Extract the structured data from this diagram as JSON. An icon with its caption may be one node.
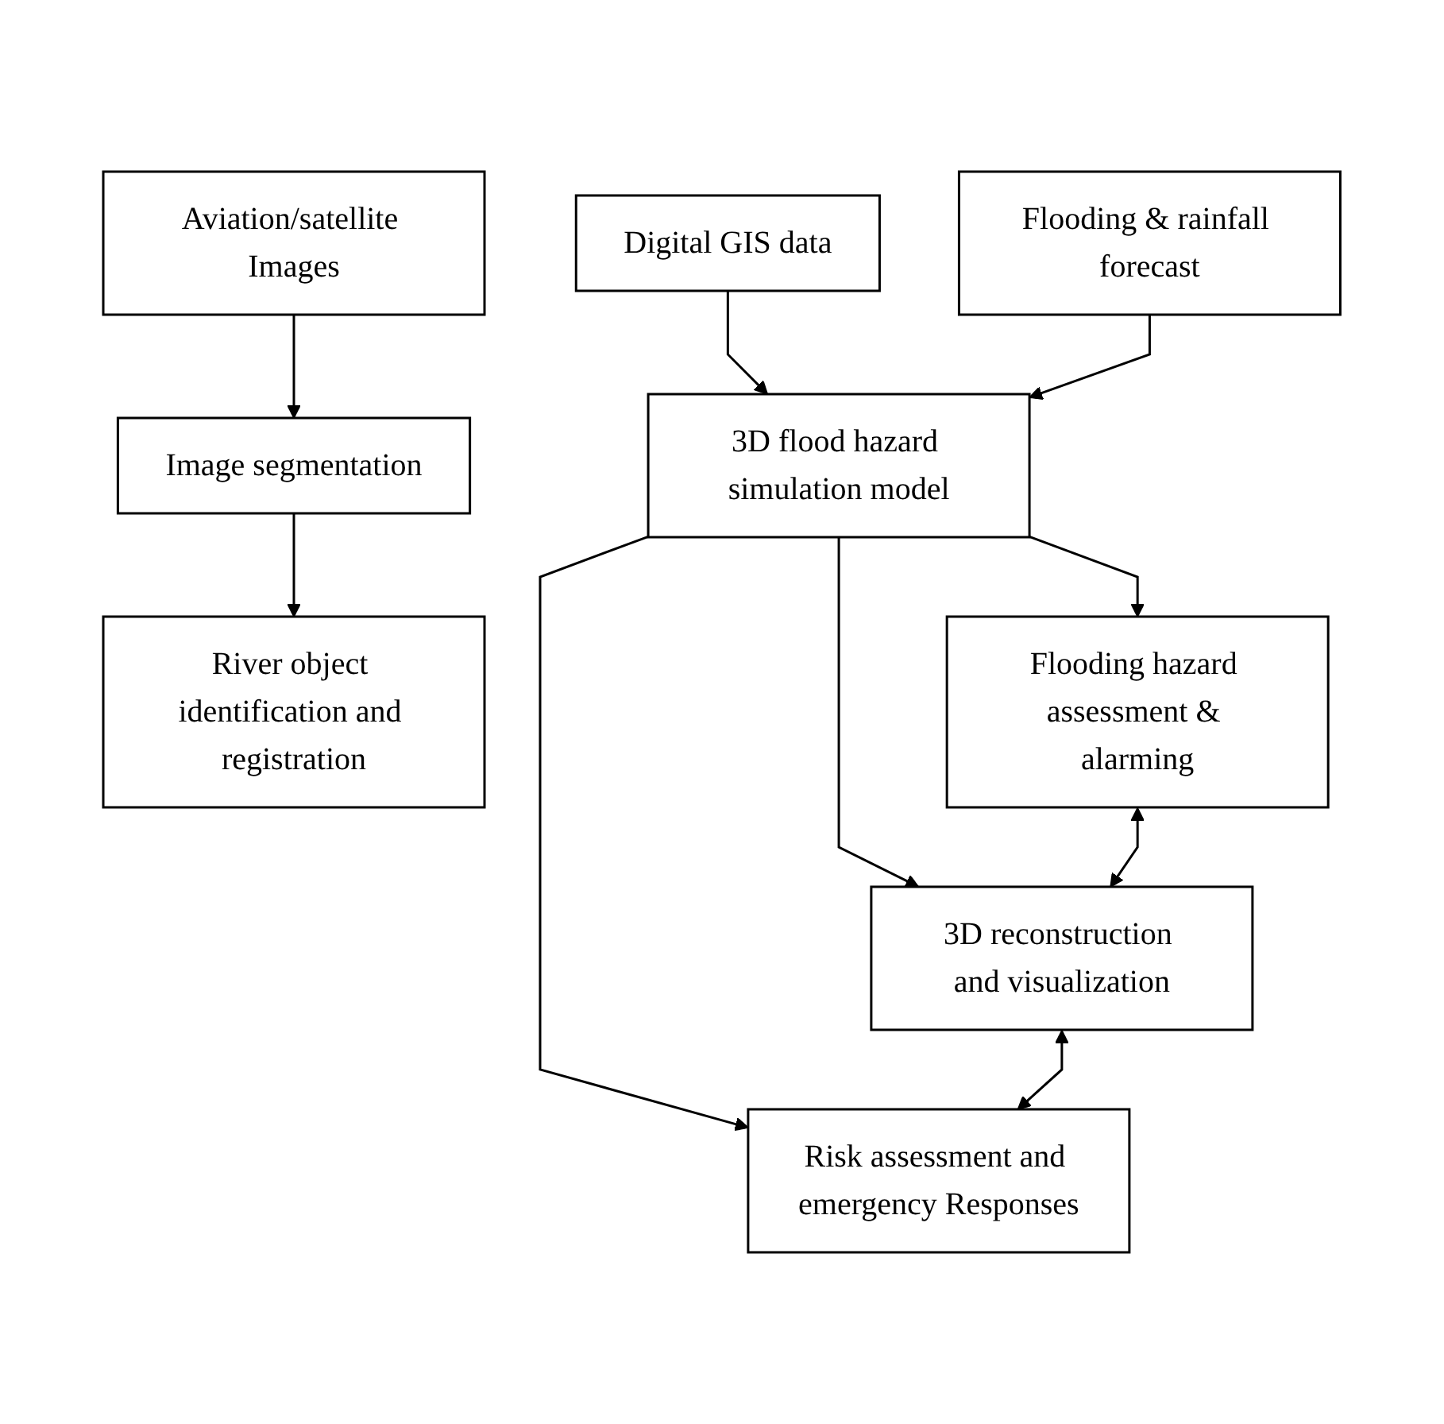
{
  "diagram": {
    "nodes": [
      {
        "text": [
          "Aviation/satellite Images"
        ]
      },
      {
        "text": [
          "Digital GIS data"
        ]
      },
      {
        "text": [
          "Flooding & rainfall forecast"
        ]
      },
      {
        "text": [
          "Image segmentation"
        ]
      },
      {
        "text": [
          "3D flood hazard simulation model"
        ]
      },
      {
        "text": [
          "River object identification and registration"
        ]
      },
      {
        "text": [
          "Flooding hazard assessment & alarming"
        ]
      },
      {
        "text": [
          "3D reconstruction and visualization"
        ]
      },
      {
        "text": [
          "Risk assessment and emergency Responses"
        ]
      }
    ],
    "edges": [
      {
        "from": 0,
        "to": 3,
        "arrow": "to"
      },
      {
        "from": 3,
        "to": 5,
        "arrow": "to"
      },
      {
        "from": 1,
        "to": 4,
        "arrow": "to"
      },
      {
        "from": 2,
        "to": 4,
        "arrow": "to"
      },
      {
        "from": 4,
        "to": 6,
        "arrow": "to"
      },
      {
        "from": 4,
        "to": 7,
        "arrow": "to"
      },
      {
        "from": 4,
        "to": 8,
        "arrow": "to"
      },
      {
        "from": 6,
        "to": 7,
        "arrow": "both"
      },
      {
        "from": 7,
        "to": 8,
        "arrow": "both"
      }
    ]
  }
}
